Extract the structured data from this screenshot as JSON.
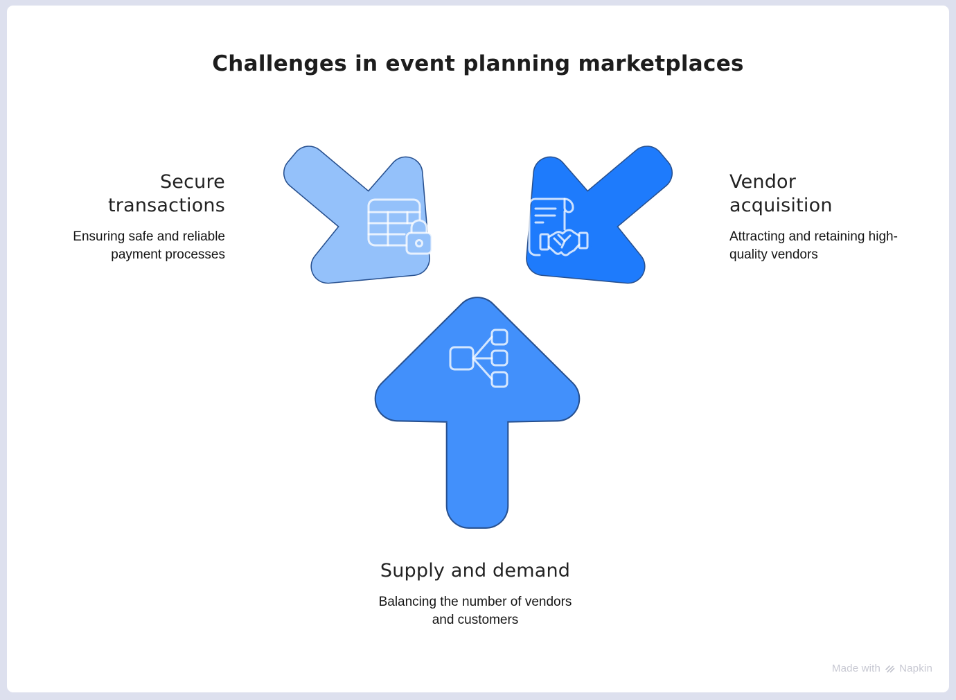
{
  "frame": {
    "border_color": "#dde0ee",
    "card_color": "#ffffff"
  },
  "title": {
    "text": "Challenges in event planning marketplaces",
    "color": "#1d1d1d"
  },
  "challenges": [
    {
      "id": "secure-transactions",
      "heading": "Secure transactions",
      "description": "Ensuring safe and reliable payment processes",
      "arrow_color": "#94c1fa",
      "arrow_direction": "pointing-down-right",
      "icon": "table-lock-icon"
    },
    {
      "id": "vendor-acquisition",
      "heading": "Vendor acquisition",
      "description": "Attracting and retaining high-quality vendors",
      "arrow_color": "#1e7bfc",
      "arrow_direction": "pointing-down-left",
      "icon": "contract-handshake-icon"
    },
    {
      "id": "supply-and-demand",
      "heading": "Supply and demand",
      "description": "Balancing the number of vendors and customers",
      "arrow_color": "#4290fb",
      "arrow_direction": "pointing-up",
      "icon": "hierarchy-icon"
    }
  ],
  "colors": {
    "arrow_outline": "#27508f",
    "icon_stroke": "#ffffff",
    "heading_color": "#222222",
    "description_color": "#141414"
  },
  "watermark": {
    "prefix": "Made with",
    "brand": "Napkin",
    "color": "#c7c8d2"
  }
}
